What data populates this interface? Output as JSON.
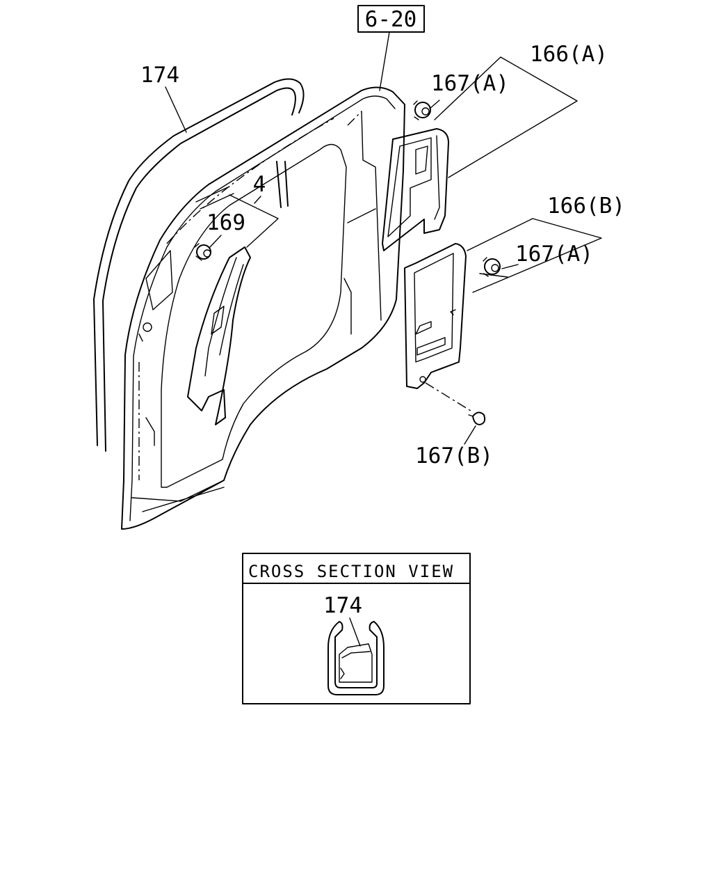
{
  "callouts": {
    "ref_box": "6-20",
    "weatherstrip": "174",
    "panel": "4",
    "clip_169": "169",
    "trim_a": "166(A)",
    "clip_a_top": "167(A)",
    "trim_b": "166(B)",
    "clip_a_mid": "167(A)",
    "clip_b": "167(B)"
  },
  "cross_section": {
    "title": "CROSS SECTION VIEW",
    "part": "174"
  }
}
